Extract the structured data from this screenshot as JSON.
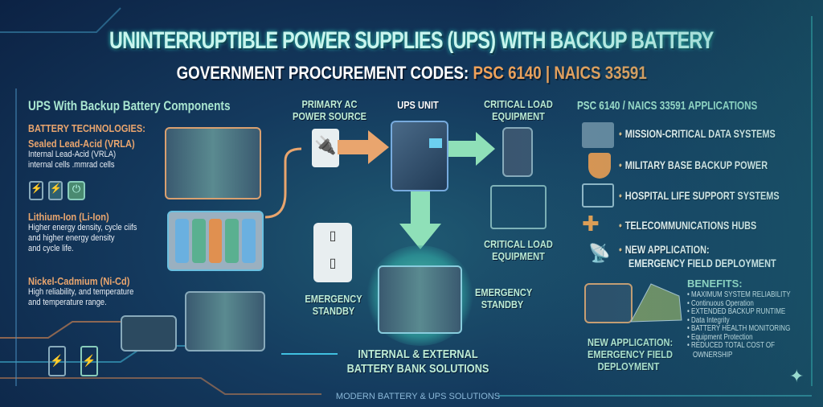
{
  "title": "UNINTERRUPTIBLE POWER SUPPLIES (UPS) WITH BACKUP BATTERY",
  "subtitle": {
    "prefix": "GOVERNMENT PROCUREMENT CODES: ",
    "psc": "PSC 6140",
    "sep": " | ",
    "naics": "NAICS 33591"
  },
  "left": {
    "heading": "UPS With Backup Battery Components",
    "tech_heading": "BATTERY TECHNOLOGIES:",
    "techs": [
      {
        "name": "Sealed Lead-Acid (VRLA)",
        "desc1": "Internal Lead-Acid (VRLA)",
        "desc2": "internal cells .mmrad cells"
      },
      {
        "name": "Lithium-Ion (Li-Ion)",
        "desc1": "Higher energy density, cycle ciifs",
        "desc2": "and higher energy density",
        "desc3": "and cycle life."
      },
      {
        "name": "Nickel-Cadmium (Ni-Cd)",
        "desc1": "High reliability, and temperature",
        "desc2": "and temperature range."
      }
    ]
  },
  "center": {
    "primary_ac": [
      "PRIMARY AC",
      "POWER SOURCE"
    ],
    "ups_unit": "UPS UNIT",
    "critical_load_top": [
      "CRITICAL LOAD",
      "EQUIPMENT"
    ],
    "critical_load_bottom": [
      "CRITICAL LOAD",
      "EQUIPMENT"
    ],
    "emergency_left": [
      "EMERGENCY",
      "STANDBY"
    ],
    "emergency_right": [
      "EMERGENCY",
      "STANDBY"
    ],
    "battery_bank": [
      "INTERNAL & EXTERNAL",
      "BATTERY BANK SOLUTIONS"
    ],
    "footer": "MODERN BATTERY & UPS SOLUTIONS"
  },
  "right": {
    "heading": "PSC 6140 / NAICS 33591 APPLICATIONS",
    "apps": [
      "MISSION-CRITICAL DATA SYSTEMS",
      "MILITARY BASE BACKUP POWER",
      "HOSPITAL LIFE SUPPORT SYSTEMS",
      "TELECOMMUNICATIONS HUBS",
      "NEW APPLICATION:"
    ],
    "app5_line2": "EMERGENCY FIELD DEPLOYMENT",
    "field_label": [
      "NEW APPLICATION:",
      "EMERGENCY FIELD",
      "DEPLOYMENT"
    ],
    "benefits_heading": "BENEFITS:",
    "benefits": [
      "MAXIMUM SYSTEM RELIABILITY",
      "Continuous Operation",
      "EXTENDED BACKUP RUNTIME",
      "Data Integrity",
      "BATTERY HEALTH MONITORING",
      "Equipment Protection",
      "REDUCED TOTAL COST OF"
    ],
    "benefit_last_line2": "OWNERSHIP"
  },
  "colors": {
    "accent_orange": "#f0a25a",
    "accent_green": "#8fe0b8",
    "bg": "#143a5e"
  }
}
